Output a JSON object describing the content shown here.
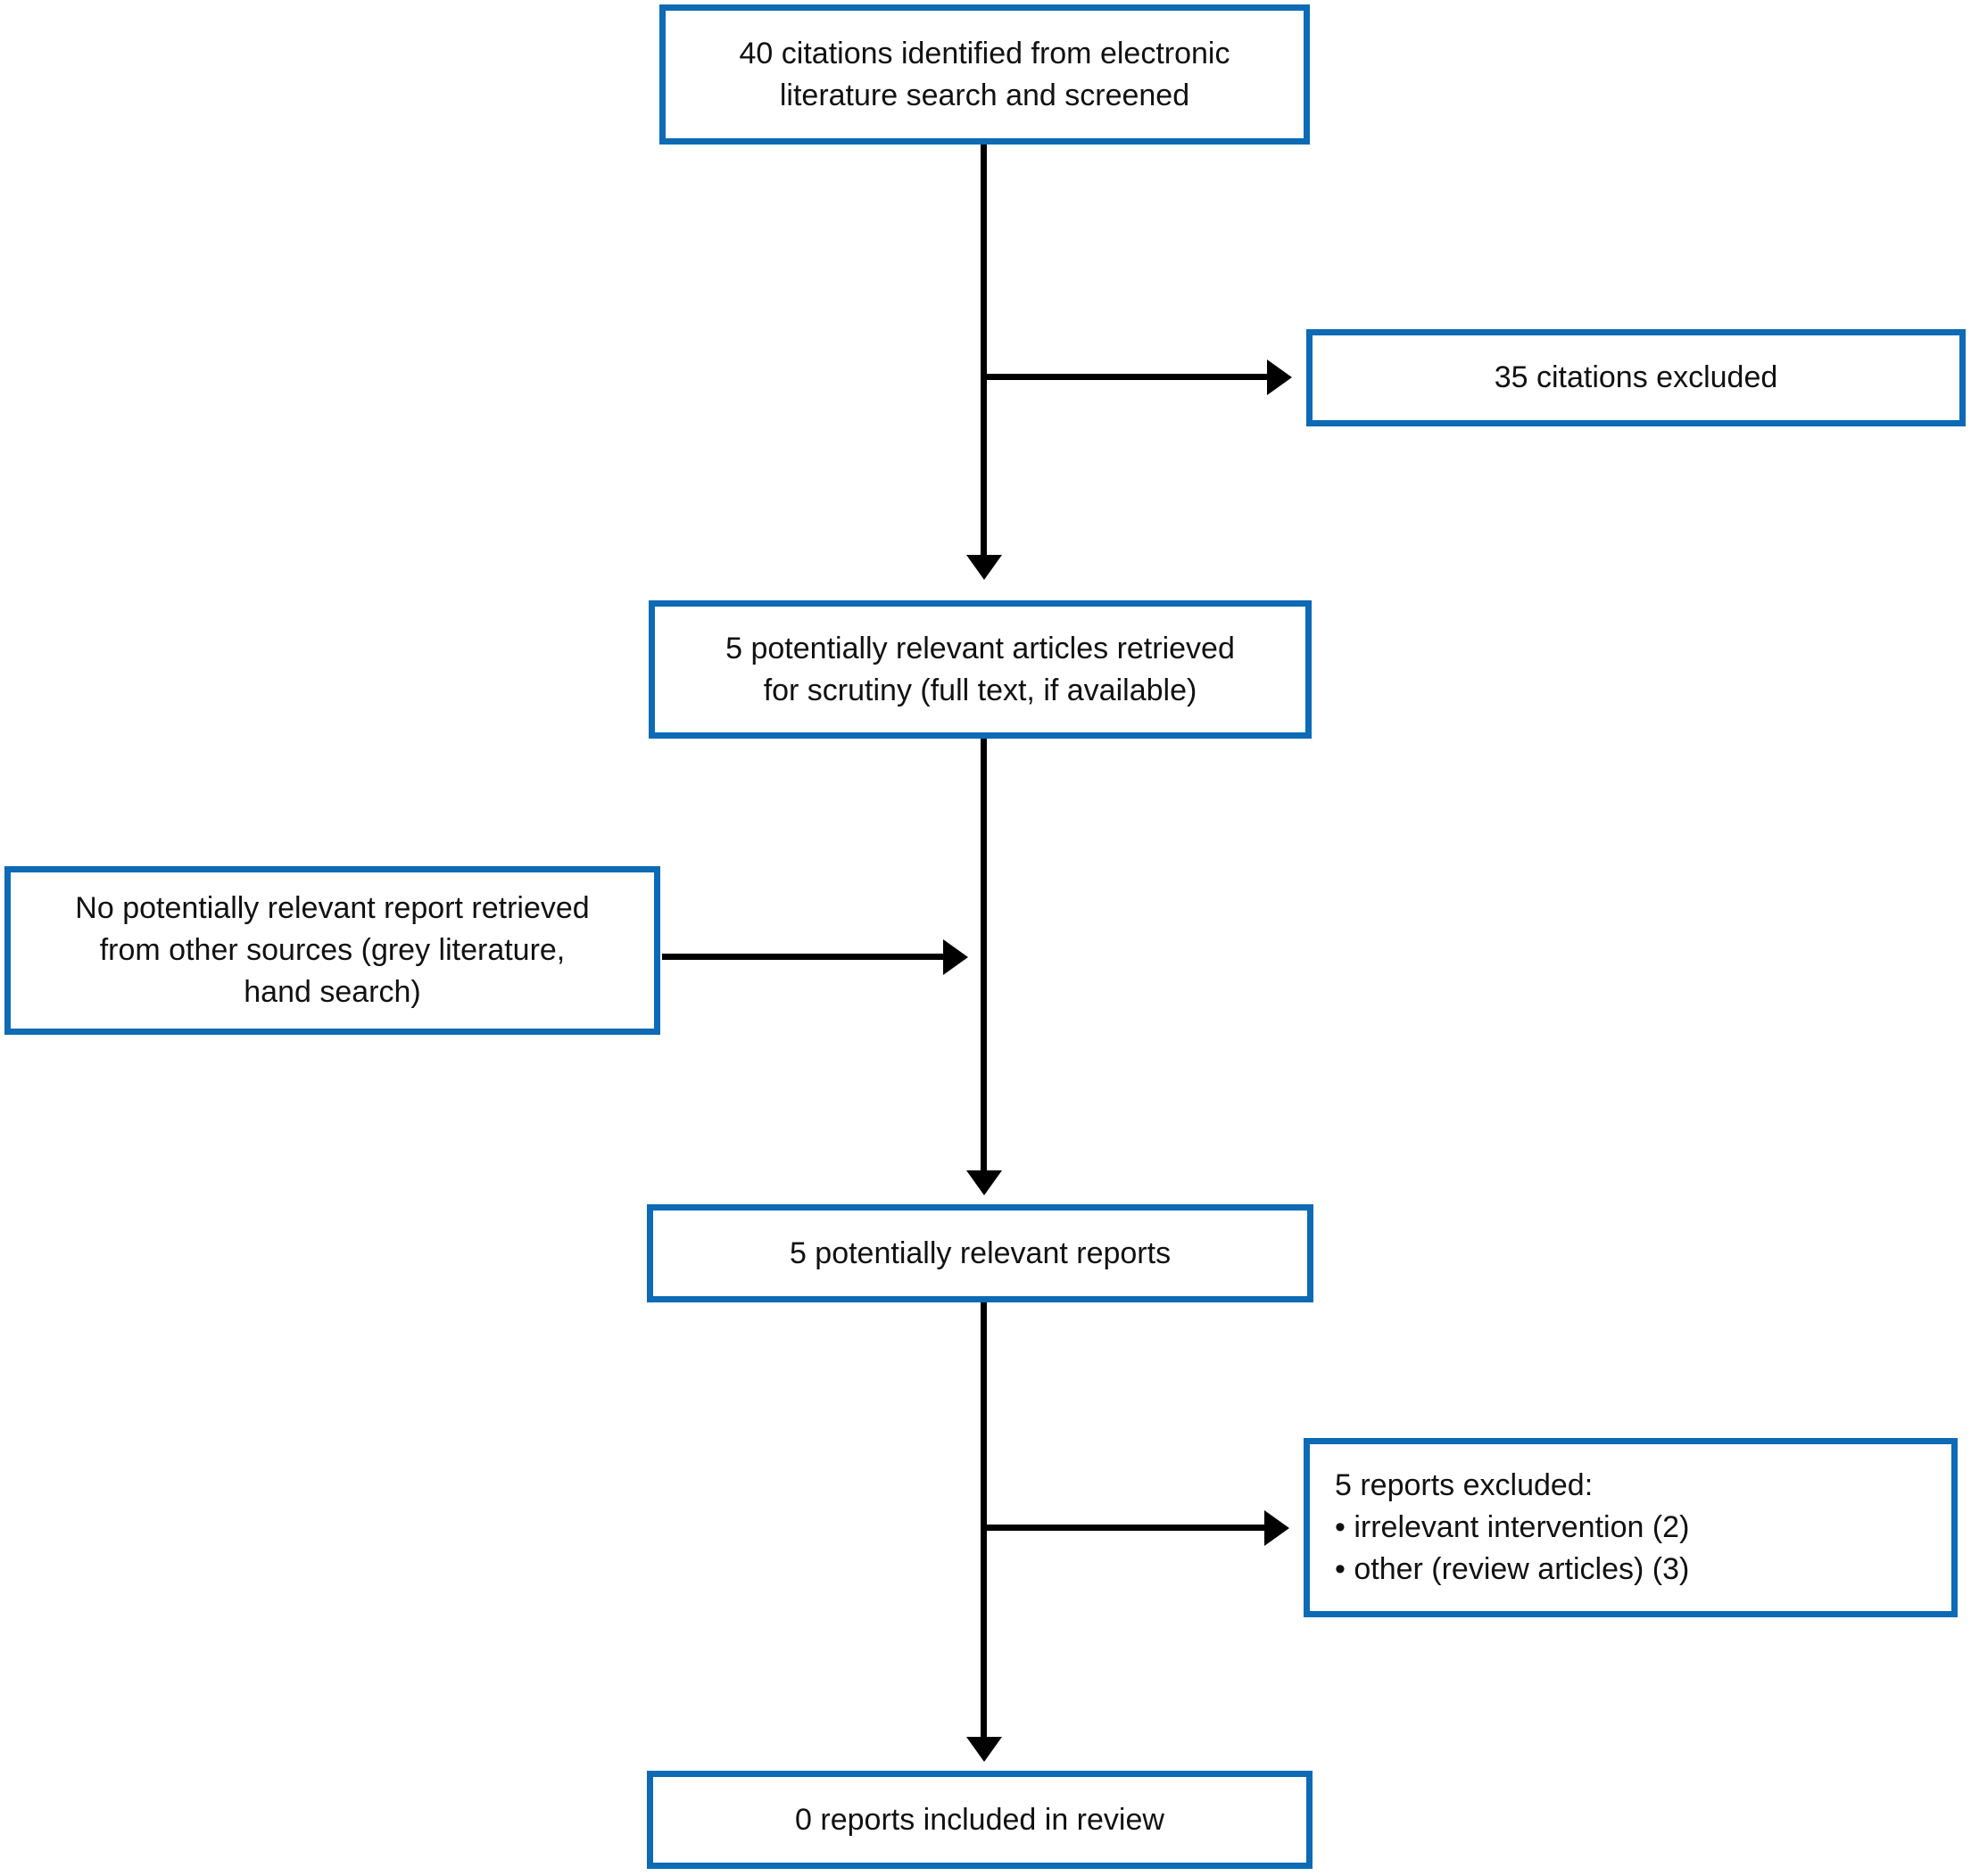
{
  "figure": {
    "type": "flowchart",
    "colors": {
      "box_border": "#0d6ab5",
      "arrow": "#000000",
      "background": "#ffffff",
      "text": "#111111"
    },
    "boxes": {
      "identified": {
        "lines": [
          "40 citations identified from electronic",
          "literature search and screened"
        ]
      },
      "citations_excluded": {
        "lines": [
          "35 citations excluded"
        ]
      },
      "retrieved": {
        "lines": [
          "5 potentially relevant articles retrieved",
          "for scrutiny (full text, if available)"
        ]
      },
      "other_sources": {
        "lines": [
          "No potentially relevant report retrieved",
          "from other sources (grey literature,",
          "hand search)"
        ]
      },
      "relevant_reports": {
        "lines": [
          "5 potentially relevant reports"
        ]
      },
      "reports_excluded": {
        "lines": [
          "5 reports excluded:",
          "• irrelevant intervention (2)",
          "• other (review articles) (3)"
        ]
      },
      "included": {
        "lines": [
          "0 reports included in review"
        ]
      }
    }
  }
}
